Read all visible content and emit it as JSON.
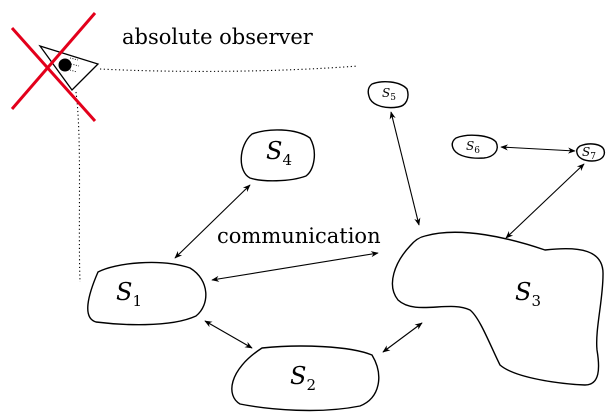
{
  "labels": {
    "absolute_observer": "absolute observer",
    "communication": "communication"
  },
  "systems": [
    {
      "id": "S1",
      "letter": "S",
      "sub": "1"
    },
    {
      "id": "S2",
      "letter": "S",
      "sub": "2"
    },
    {
      "id": "S3",
      "letter": "S",
      "sub": "3"
    },
    {
      "id": "S4",
      "letter": "S",
      "sub": "4"
    },
    {
      "id": "S5",
      "letter": "S",
      "sub": "5"
    },
    {
      "id": "S6",
      "letter": "S",
      "sub": "6"
    },
    {
      "id": "S7",
      "letter": "S",
      "sub": "7"
    }
  ],
  "colors": {
    "cross": "#e3001b",
    "ink": "#000000"
  },
  "icons": [
    "eye-icon",
    "cross-out-icon"
  ]
}
